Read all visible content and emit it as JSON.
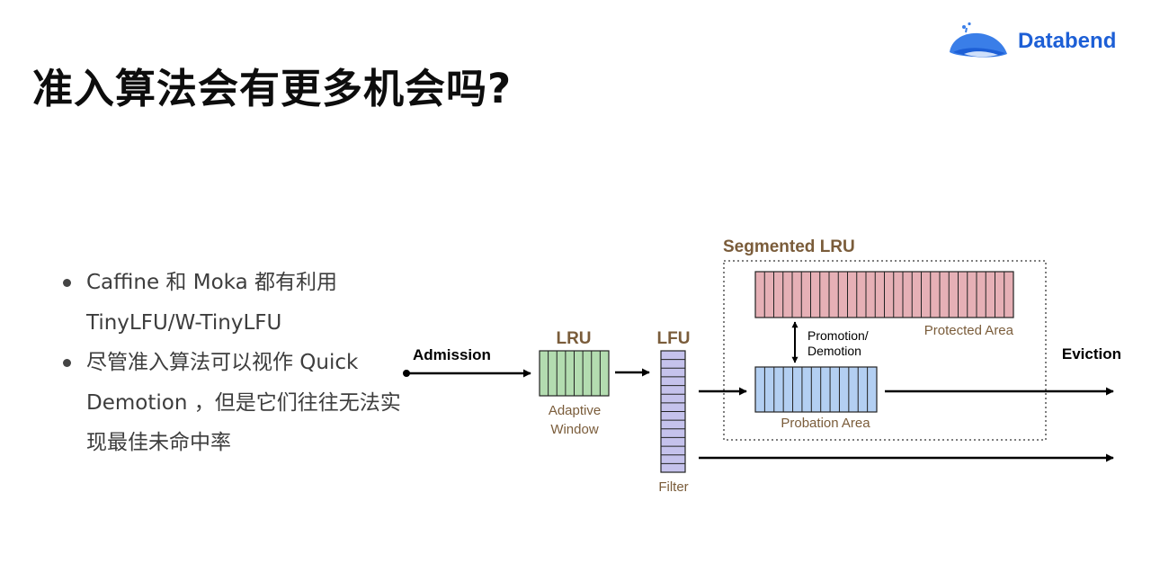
{
  "slide": {
    "title": "准入算法会有更多机会吗?",
    "logo_text": "Databend"
  },
  "bullets": [
    {
      "lines": [
        "Caffine 和 Moka 都有利用",
        "TinyLFU/W-TinyLFU"
      ]
    },
    {
      "lines": [
        "尽管准入算法可以视作 Quick",
        "Demotion ，但是它们往往无法实",
        "现最佳未命中率"
      ]
    }
  ],
  "diagram": {
    "admission_label": "Admission",
    "lru_label": "LRU",
    "lru_caption_line1": "Adaptive",
    "lru_caption_line2": "Window",
    "lfu_label": "LFU",
    "lfu_caption": "Filter",
    "segmented_label": "Segmented LRU",
    "protected_caption": "Protected Area",
    "promotion_line1": "Promotion/",
    "promotion_line2": "Demotion",
    "probation_caption": "Probation Area",
    "eviction_label": "Eviction",
    "colors": {
      "brown_label": "#7a5c3a",
      "lru_fill": "#b3dcb0",
      "lfu_fill": "#c5c2ec",
      "protected_fill": "#e6b0b6",
      "probation_fill": "#b3cff2",
      "brand_blue": "#1d5fd6"
    }
  }
}
